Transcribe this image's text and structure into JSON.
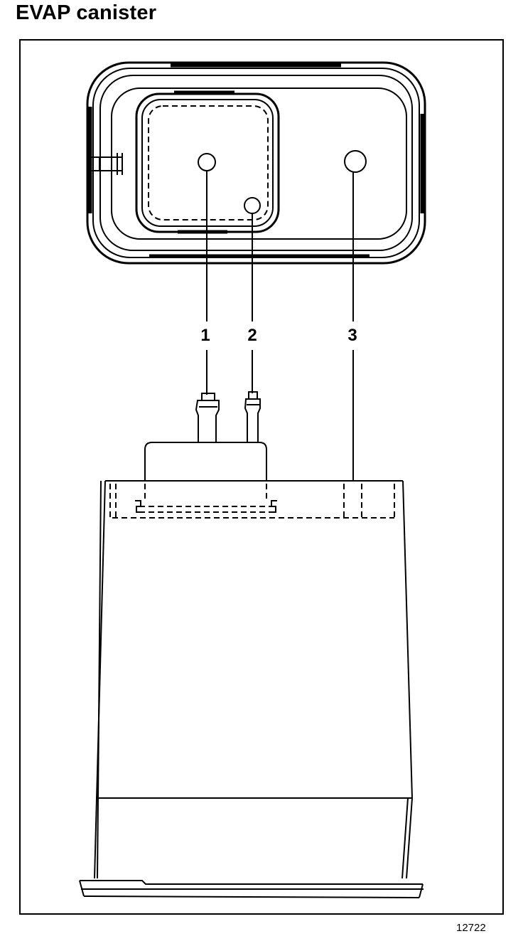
{
  "title": "EVAP canister",
  "figure_number": "12722",
  "callouts": [
    {
      "label": "1"
    },
    {
      "label": "2"
    },
    {
      "label": "3"
    }
  ]
}
